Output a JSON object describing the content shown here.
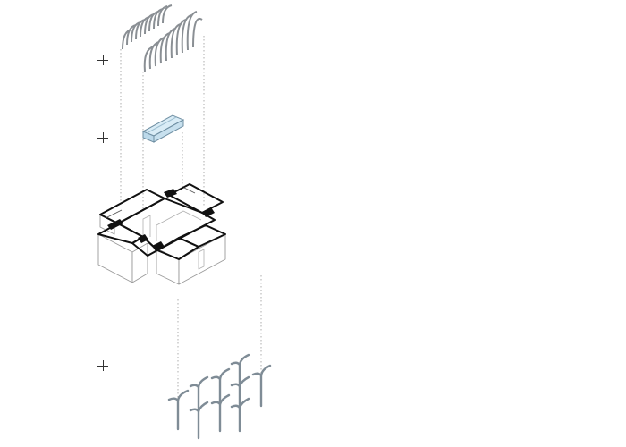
{
  "figure": {
    "layers": [
      {
        "name": "arch-hoops",
        "marker": "+"
      },
      {
        "name": "skylight-module",
        "marker": "+"
      },
      {
        "name": "courtyard-building",
        "marker": "+"
      },
      {
        "name": "column-trees",
        "marker": "+"
      }
    ],
    "colors": {
      "line": "#222222",
      "hoop": "#8a8f94",
      "glass": "#cfe6f2",
      "wall": "#f2f2f2",
      "column": "#9aa5ae",
      "guide": "#999999"
    }
  }
}
